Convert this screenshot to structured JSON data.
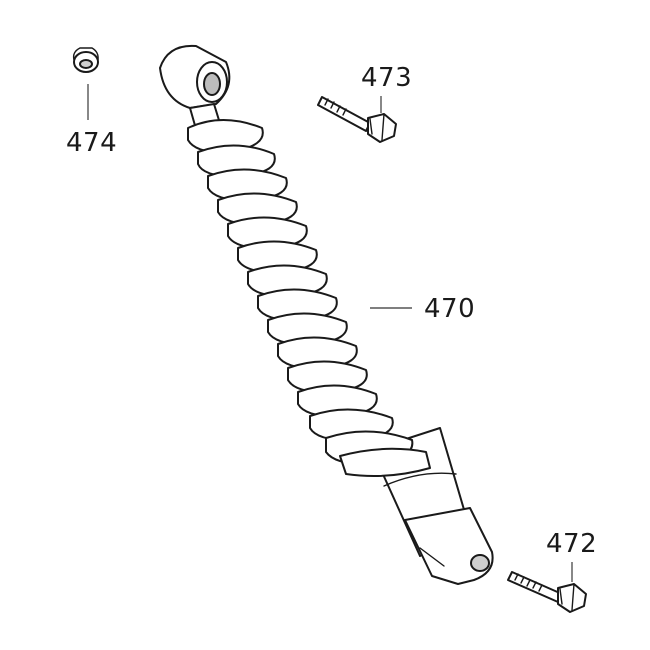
{
  "callouts": {
    "part_474": "474",
    "part_473": "473",
    "part_470": "470",
    "part_472": "472"
  },
  "colors": {
    "line": "#1a1a1a",
    "fill": "#ffffff",
    "shade": "#d8d8d8"
  }
}
